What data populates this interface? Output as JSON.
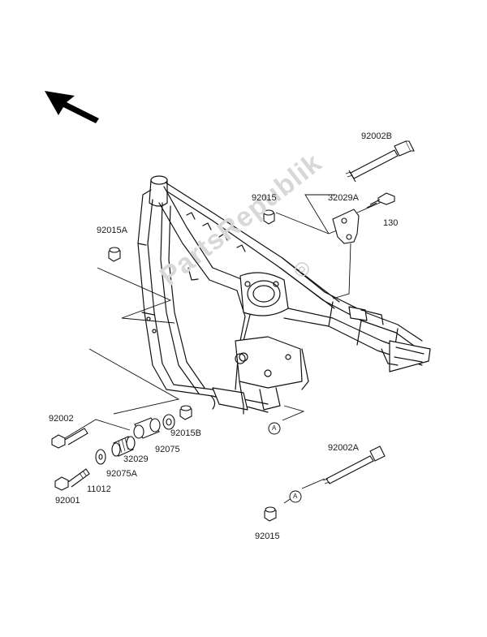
{
  "watermark": "PartsRepublik",
  "callouts": [
    {
      "id": "c1",
      "text": "92002B"
    },
    {
      "id": "c2",
      "text": "92015"
    },
    {
      "id": "c3",
      "text": "32029A"
    },
    {
      "id": "c4",
      "text": "130"
    },
    {
      "id": "c5",
      "text": "92015A"
    },
    {
      "id": "c6",
      "text": "92002"
    },
    {
      "id": "c7",
      "text": "92015B"
    },
    {
      "id": "c8",
      "text": "92075"
    },
    {
      "id": "c9",
      "text": "32029"
    },
    {
      "id": "c10",
      "text": "92075A"
    },
    {
      "id": "c11",
      "text": "11012"
    },
    {
      "id": "c12",
      "text": "92001"
    },
    {
      "id": "c13",
      "text": "92002A"
    },
    {
      "id": "c14",
      "text": "92015"
    }
  ],
  "reference_marker": "A",
  "icons": [
    "direction-arrow-icon",
    "frame-illustration",
    "bolt-icon",
    "nut-icon",
    "bracket-icon",
    "collar-icon",
    "reference-circle-icon"
  ]
}
